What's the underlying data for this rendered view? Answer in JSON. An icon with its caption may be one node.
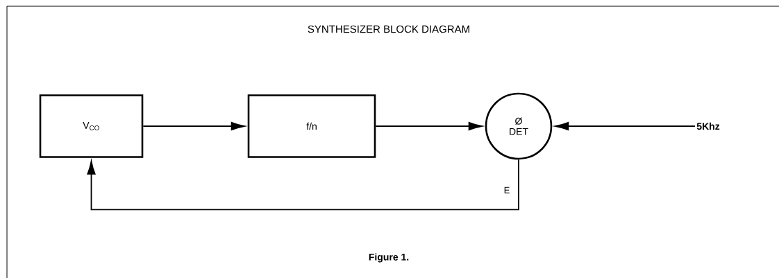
{
  "diagram": {
    "title": "SYNTHESIZER BLOCK DIAGRAM",
    "caption": "Figure 1.",
    "nodes": [
      {
        "text": [
          "V$_{CO}$"
        ]
      },
      {
        "text": [
          "f/n"
        ]
      },
      {
        "text": [
          "Ø",
          "DET"
        ]
      },
      {
        "text": [
          "5Khz"
        ]
      }
    ],
    "edges": [
      {
        "from": 0,
        "to": 1,
        "arrow": "to"
      },
      {
        "from": 1,
        "to": 2,
        "arrow": "to"
      },
      {
        "from": 3,
        "to": 2,
        "arrow": "to"
      },
      {
        "from": 2,
        "to": 0,
        "arrow": "to",
        "label": "E"
      }
    ]
  }
}
